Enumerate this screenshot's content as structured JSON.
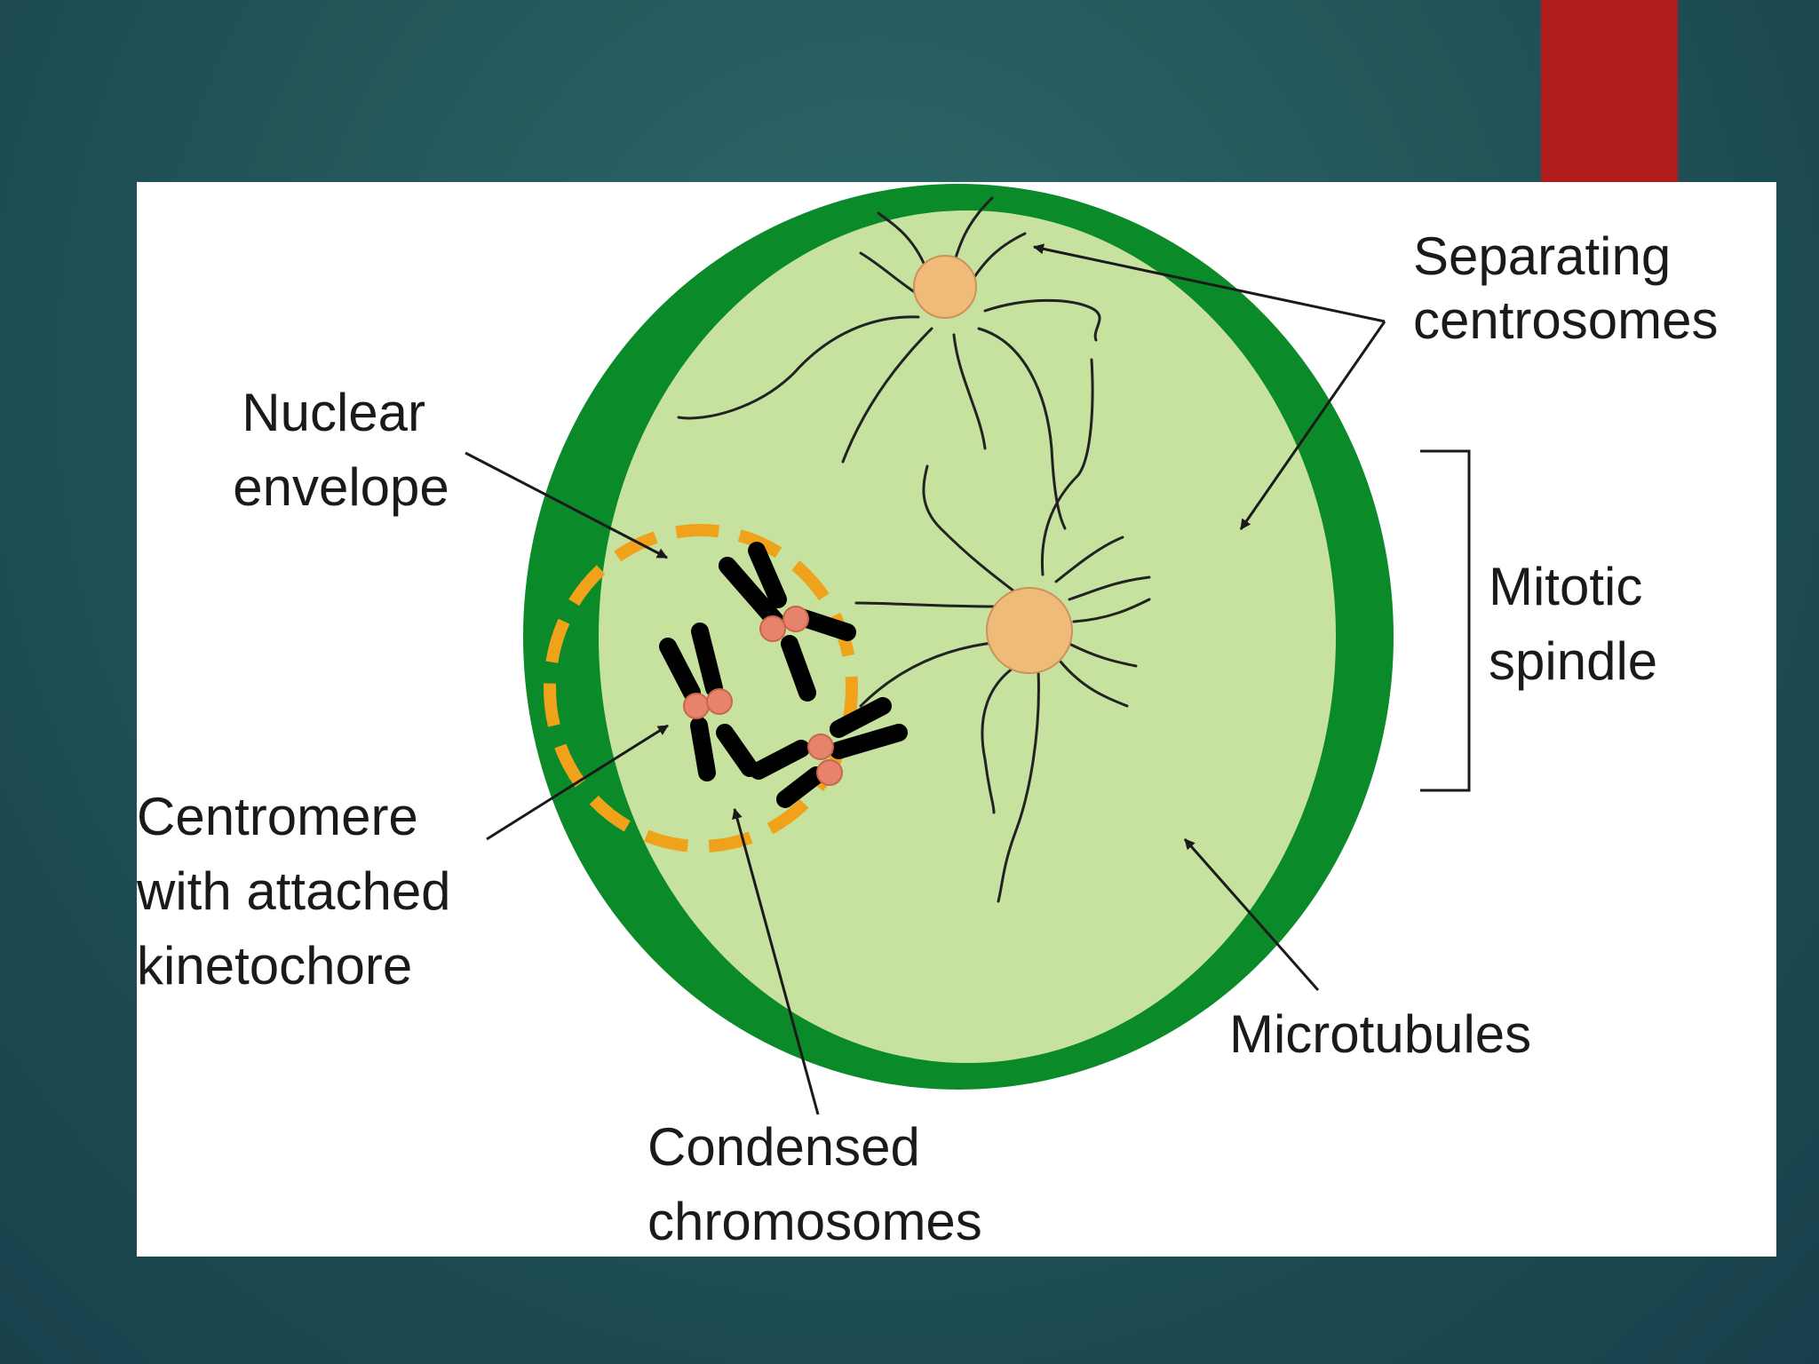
{
  "colors": {
    "background": "#235559",
    "accent_tab": "#b01c1c",
    "cell_membrane": "#0b8a2a",
    "cytoplasm": "#c6e29e",
    "centrosome": "#f0bb78",
    "nuclear_envelope": "#efa21a",
    "chromosome": "#000000",
    "centromere": "#e8836b"
  },
  "labels": {
    "separating_centrosomes": [
      "Separating",
      "centrosomes"
    ],
    "nuclear_envelope": [
      "Nuclear",
      "envelope"
    ],
    "mitotic_spindle": [
      "Mitotic",
      "spindle"
    ],
    "centromere": [
      "Centromere",
      "with attached",
      "kinetochore"
    ],
    "microtubules": [
      "Microtubules"
    ],
    "condensed_chromosomes": [
      "Condensed",
      "chromosomes"
    ]
  }
}
